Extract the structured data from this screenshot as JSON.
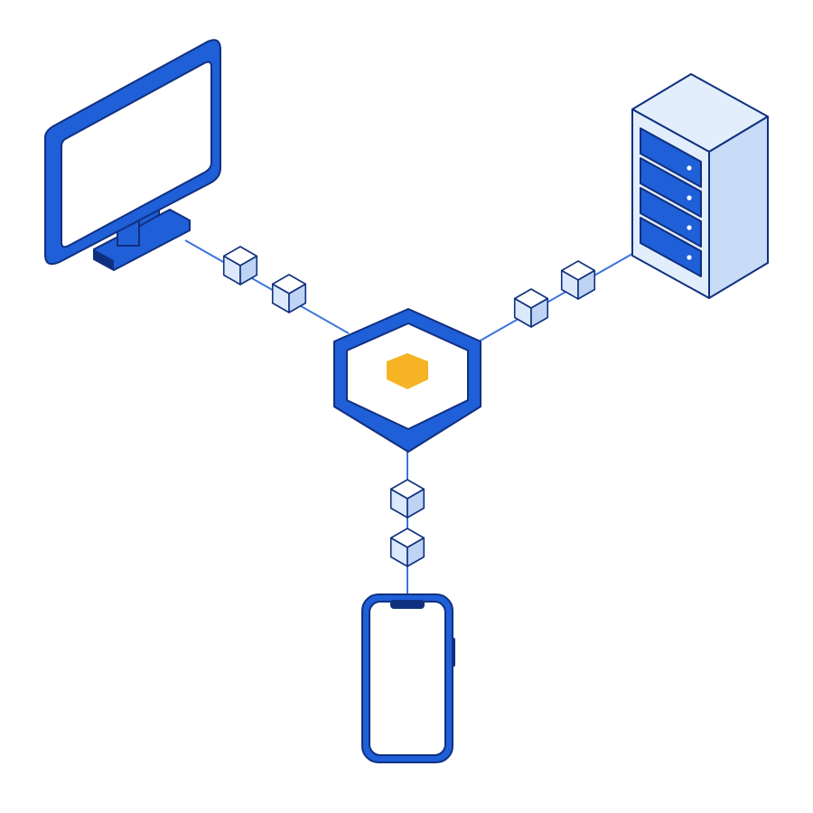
{
  "diagram": {
    "nodes": [
      {
        "id": "monitor",
        "icon": "desktop-monitor-icon"
      },
      {
        "id": "server",
        "icon": "server-rack-icon"
      },
      {
        "id": "hub",
        "icon": "hexagon-hub-icon"
      },
      {
        "id": "phone",
        "icon": "smartphone-icon"
      }
    ],
    "edges": [
      {
        "from": "monitor",
        "to": "hub",
        "packets": 2
      },
      {
        "from": "server",
        "to": "hub",
        "packets": 2
      },
      {
        "from": "phone",
        "to": "hub",
        "packets": 2
      }
    ]
  },
  "colors": {
    "primary": "#1f5fd8",
    "outline": "#10307f",
    "line": "#3a74df",
    "packet_front": "#dce8fb",
    "packet_side": "#bfd4f5",
    "server_light": "#e3eefc",
    "server_side": "#c9dcf7",
    "accent": "#f6b324",
    "screen": "#ffffff"
  }
}
